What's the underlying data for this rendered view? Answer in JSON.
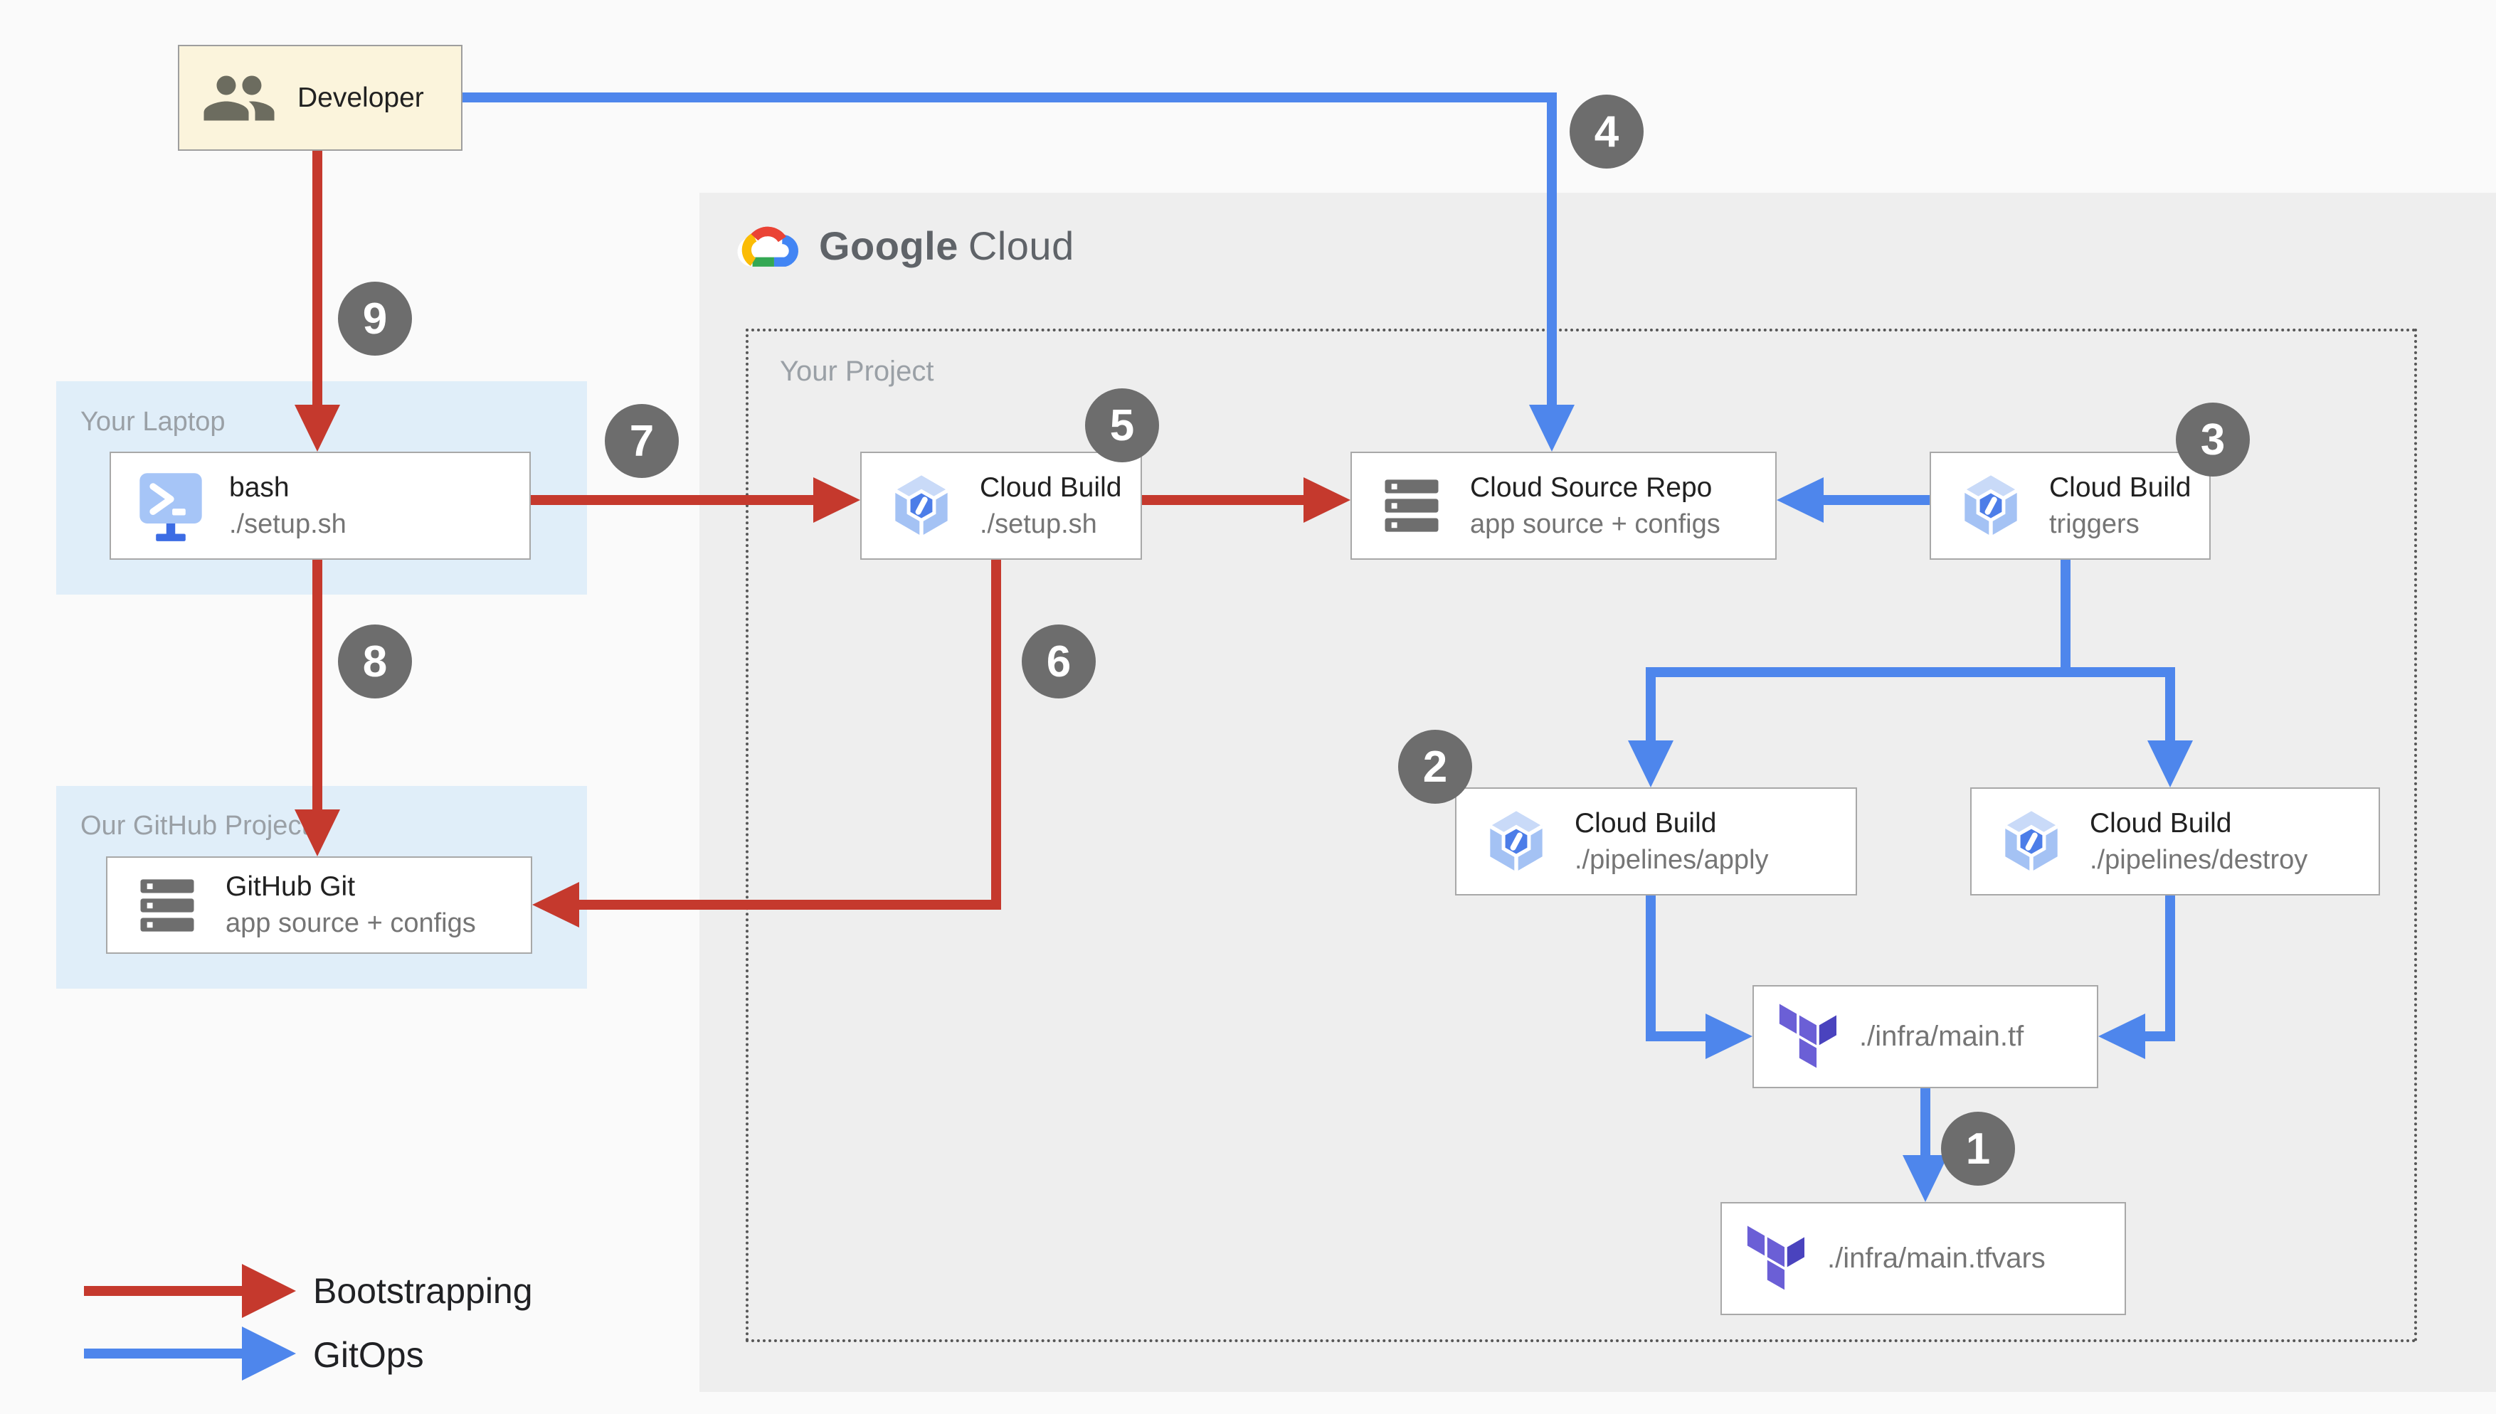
{
  "colors": {
    "red": "#C5392D",
    "blue": "#4E86EC",
    "badge_gray": "#6D6D6D",
    "panel_gray": "#EEEEEE",
    "region_blue": "#E0EEF9",
    "node_border": "#A8A8A8",
    "page_bg": "#FAFAFA",
    "developer_bg": "#FBF4DC",
    "title_text": "#212121",
    "subtle_text": "#757575",
    "label_gray": "#9AA0A6"
  },
  "regions": {
    "google_cloud": {
      "brand_first": "Google",
      "brand_second": "Cloud"
    },
    "your_project": {
      "label": "Your Project"
    },
    "your_laptop": {
      "label": "Your Laptop"
    },
    "github_project": {
      "label": "Our GitHub Project"
    }
  },
  "nodes": {
    "developer": {
      "title": "Developer"
    },
    "bash": {
      "title": "bash",
      "subtitle": "./setup.sh"
    },
    "cloud_build_setup": {
      "title": "Cloud Build",
      "subtitle": "./setup.sh"
    },
    "cloud_source_repo": {
      "title": "Cloud Source Repo",
      "subtitle": "app source + configs"
    },
    "cloud_build_triggers": {
      "title": "Cloud Build",
      "subtitle": "triggers"
    },
    "cloud_build_apply": {
      "title": "Cloud Build",
      "subtitle": "./pipelines/apply"
    },
    "cloud_build_destroy": {
      "title": "Cloud Build",
      "subtitle": "./pipelines/destroy"
    },
    "infra_main_tf": {
      "title": "./infra/main.tf"
    },
    "infra_main_tfvars": {
      "title": "./infra/main.tfvars"
    },
    "github_git": {
      "title": "GitHub Git",
      "subtitle": "app source + configs"
    }
  },
  "badges": {
    "1": "1",
    "2": "2",
    "3": "3",
    "4": "4",
    "5": "5",
    "6": "6",
    "7": "7",
    "8": "8",
    "9": "9"
  },
  "legend": {
    "bootstrapping": {
      "label": "Bootstrapping",
      "color": "#C5392D"
    },
    "gitops": {
      "label": "GitOps",
      "color": "#4E86EC"
    }
  }
}
